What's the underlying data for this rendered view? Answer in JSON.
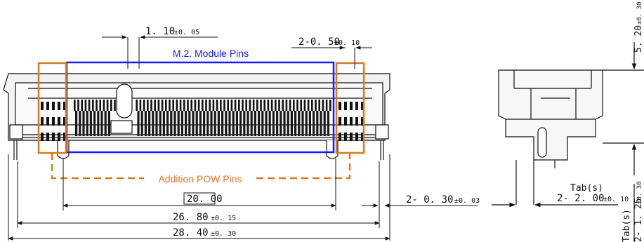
{
  "annotations": {
    "module_pins": "M.2. Module Pins",
    "pow_pins": "Addition POW Pins",
    "module_color": "#1a1aff",
    "pow_color": "#d97a1f"
  },
  "dimensions": {
    "pitch": {
      "value": "1. 10",
      "tol": "±0. 05"
    },
    "tab_width": {
      "value": "2-0. 50",
      "tol": "±0. 10"
    },
    "basic": {
      "value": "20. 00"
    },
    "inner_len": {
      "value": "26. 80",
      "tol": "±0. 15"
    },
    "overall_len": {
      "value": "28. 40",
      "tol": "±0. 30"
    },
    "lead": {
      "value": "2- 0. 30",
      "tol": "±0. 03"
    },
    "side_tab_label": "Tab(s)",
    "side_tab": {
      "value": "2- 2. 00",
      "tol": "±0. 10"
    },
    "side_height": {
      "value": "5. 20",
      "tol": "±0. 30"
    },
    "side_tab2_label": "Tab(s)",
    "side_tab2": {
      "value": "2- 1. 25",
      "tol": "±0. 30"
    }
  }
}
